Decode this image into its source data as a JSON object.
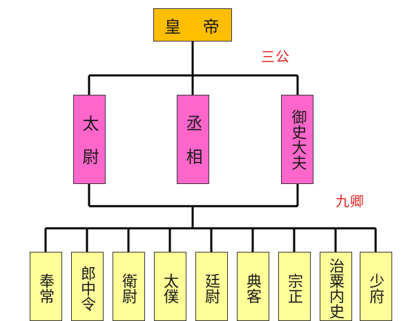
{
  "emperor": {
    "label": "皇 帝"
  },
  "sangong": {
    "label": "三公",
    "members": [
      {
        "name": "太　尉"
      },
      {
        "name": "丞　相"
      },
      {
        "name": "御史大夫"
      }
    ]
  },
  "jiuqing": {
    "label": "九卿",
    "members": [
      {
        "name": "奉常"
      },
      {
        "name": "郎中令"
      },
      {
        "name": "衛尉"
      },
      {
        "name": "太僕"
      },
      {
        "name": "廷尉"
      },
      {
        "name": "典客"
      },
      {
        "name": "宗正"
      },
      {
        "name": "治粟内史"
      },
      {
        "name": "少府"
      }
    ]
  },
  "colors": {
    "emperor": "#ffbf00",
    "sangong": "#ff66cc",
    "jiuqing": "#ffff99",
    "label": "#e02020",
    "line": "#000000"
  }
}
